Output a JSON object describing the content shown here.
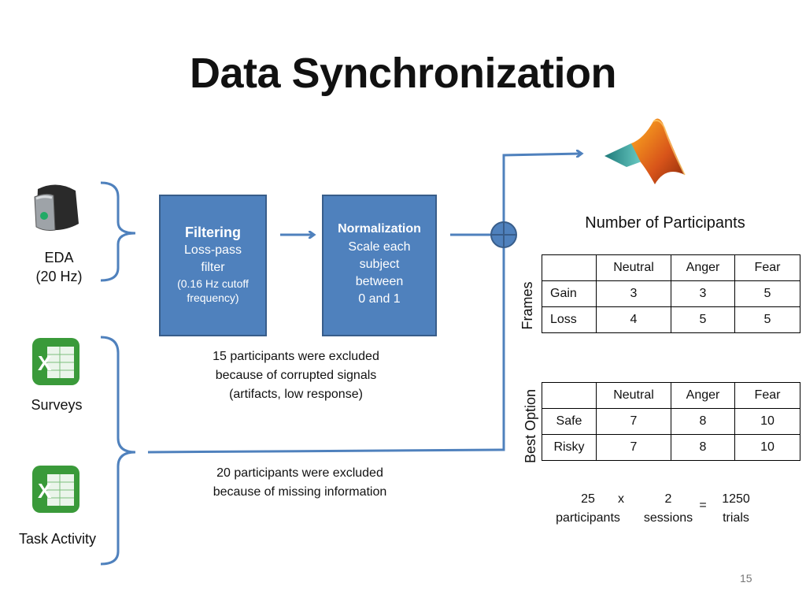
{
  "slide": {
    "title": "Data Synchronization",
    "page_number": "15"
  },
  "sources": [
    {
      "label_line1": "EDA",
      "label_line2": "(20 Hz)",
      "icon": "wristband-sensor-icon"
    },
    {
      "label": "Surveys",
      "icon": "excel-icon"
    },
    {
      "label": "Task Activity",
      "icon": "excel-icon"
    }
  ],
  "filtering_box": {
    "heading": "Filtering",
    "line1": "Loss-pass",
    "line2": "filter",
    "line3": "(0.16 Hz cutoff",
    "line4": "frequency)"
  },
  "normalization_box": {
    "heading": "Normalization",
    "line1": "Scale each",
    "line2": "subject",
    "line3": "between",
    "line4": "0 and 1"
  },
  "notes": {
    "eda_excluded_1": "15 participants were excluded",
    "eda_excluded_2": "because of corrupted signals",
    "eda_excluded_3": "(artifacts, low response)",
    "missing_1": "20 participants were excluded",
    "missing_2": "because of missing information"
  },
  "participants": {
    "title": "Number of Participants",
    "columns": [
      "",
      "Neutral",
      "Anger",
      "Fear"
    ],
    "frames_label": "Frames",
    "frames_rows": [
      [
        "Gain",
        "3",
        "3",
        "5"
      ],
      [
        "Loss",
        "4",
        "5",
        "5"
      ]
    ],
    "best_label": "Best Option",
    "best_rows": [
      [
        "Safe",
        "7",
        "8",
        "10"
      ],
      [
        "Risky",
        "7",
        "8",
        "10"
      ]
    ]
  },
  "calc": {
    "a_num": "25",
    "a_unit": "participants",
    "times": "x",
    "b_num": "2",
    "b_unit": "sessions",
    "equals": "=",
    "c_num": "1250",
    "c_unit": "trials"
  },
  "colors": {
    "box_fill": "#4f81bd",
    "box_border": "#385d8a",
    "connector": "#4f81bd"
  }
}
